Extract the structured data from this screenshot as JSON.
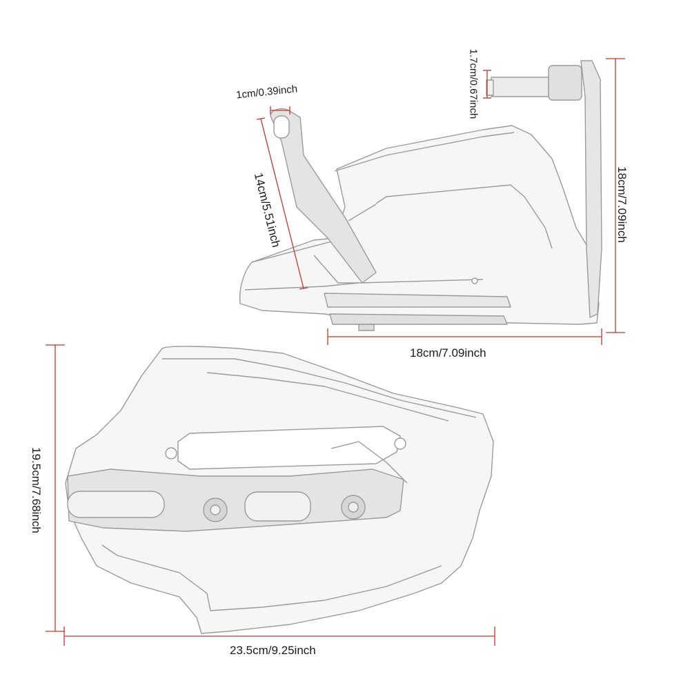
{
  "colors": {
    "dimension_line": "#c0392b",
    "outline": "#9a9a9a",
    "part_fill": "#f4f4f4",
    "bracket_fill": "#e2e2e2",
    "label_text": "#1a1a1a"
  },
  "top_view": {
    "bolt_length": "1.7cm/0.67inch",
    "slot_width": "1cm/0.39inch",
    "bracket_length": "14cm/5.51inch",
    "height": "18cm/7.09inch",
    "width": "18cm/7.09inch"
  },
  "front_view": {
    "height": "19.5cm/7.68inch",
    "width": "23.5cm/9.25inch"
  }
}
